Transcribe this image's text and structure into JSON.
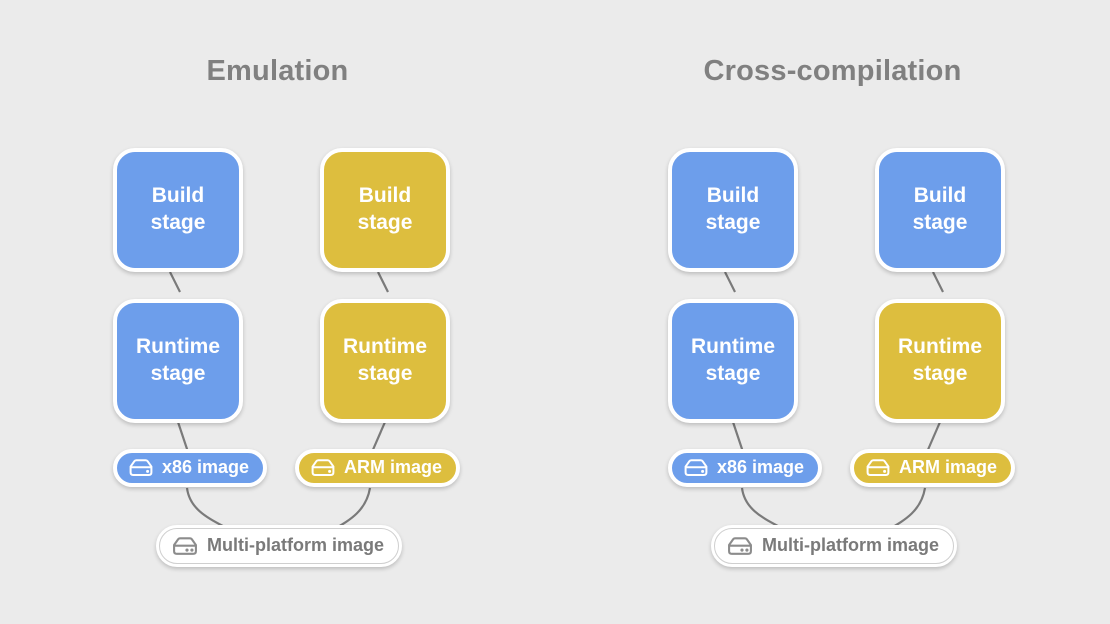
{
  "background_color": "#ebebeb",
  "colors": {
    "blue": "#6d9eeb",
    "yellow": "#ddbe3e",
    "neutral_fill": "#ffffff",
    "neutral_text": "#7a7a7a",
    "title_text": "#808080",
    "connector": "#7a7a7a",
    "node_border": "#ffffff"
  },
  "panels": [
    {
      "id": "emulation",
      "title": "Emulation",
      "columns": [
        {
          "id": "left",
          "build": {
            "label": "Build\nstage",
            "color": "blue"
          },
          "runtime": {
            "label": "Runtime\nstage",
            "color": "blue"
          },
          "image": {
            "label": "x86 image",
            "color": "blue",
            "icon": "hard-drive-icon"
          }
        },
        {
          "id": "right",
          "build": {
            "label": "Build\nstage",
            "color": "yellow"
          },
          "runtime": {
            "label": "Runtime\nstage",
            "color": "yellow"
          },
          "image": {
            "label": "ARM image",
            "color": "yellow",
            "icon": "hard-drive-icon"
          }
        }
      ],
      "output": {
        "label": "Multi-platform image",
        "color": "neutral",
        "icon": "multi-drive-icon"
      }
    },
    {
      "id": "cross-compilation",
      "title": "Cross-compilation",
      "columns": [
        {
          "id": "left",
          "build": {
            "label": "Build\nstage",
            "color": "blue"
          },
          "runtime": {
            "label": "Runtime\nstage",
            "color": "blue"
          },
          "image": {
            "label": "x86 image",
            "color": "blue",
            "icon": "hard-drive-icon"
          }
        },
        {
          "id": "right",
          "build": {
            "label": "Build\nstage",
            "color": "blue"
          },
          "runtime": {
            "label": "Runtime\nstage",
            "color": "yellow"
          },
          "image": {
            "label": "ARM image",
            "color": "yellow",
            "icon": "hard-drive-icon"
          }
        }
      ],
      "output": {
        "label": "Multi-platform image",
        "color": "neutral",
        "icon": "multi-drive-icon"
      }
    }
  ]
}
